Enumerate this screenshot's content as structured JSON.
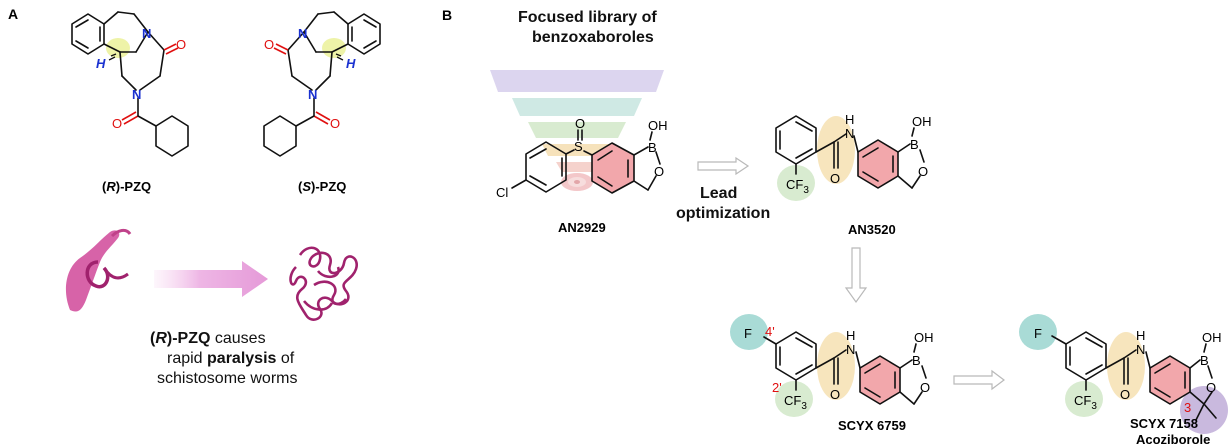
{
  "panel_a": {
    "letter": "A",
    "r_label": {
      "open": "(",
      "stereo": "R",
      "close": ")-PZQ"
    },
    "s_label": {
      "open": "(",
      "stereo": "S",
      "close": ")-PZQ"
    },
    "h_atom": "H",
    "n_atom": "N",
    "o_atom": "O",
    "caption": {
      "part1_bold_open": "(",
      "part1_stereo": "R",
      "part1_bold_close": ")-PZQ",
      "part1_rest": " causes",
      "line2_pre": "rapid ",
      "line2_bold": "paralysis",
      "line2_post": " of",
      "line3": "schistosome worms"
    }
  },
  "panel_b": {
    "letter": "B",
    "title_line1": "Focused library of",
    "title_line2": "benzoxaboroles",
    "lead_line1": "Lead",
    "lead_line2": "optimization",
    "atoms": {
      "s": "S",
      "o": "O",
      "oh": "OH",
      "b": "B",
      "cl": "Cl",
      "n": "N",
      "h": "H",
      "f": "F",
      "cf3": "CF",
      "three": "3"
    },
    "pos_labels": {
      "p4": "4'",
      "p2": "2'",
      "p3": "3"
    },
    "compounds": {
      "an2929": "AN2929",
      "an3520": "AN3520",
      "scyx6759": "SCYX 6759",
      "scyx7158": "SCYX 7158",
      "acoziborole": "Acoziborole"
    }
  },
  "colors": {
    "nitrogen": "#1a31d0",
    "oxygen": "#e01010",
    "stereocenter_highlight": "#eef3a8",
    "benzoxaborole_highlight": "#f2a7ab",
    "amide_highlight": "#f7e5bd",
    "cf3_highlight": "#d8e9cc",
    "fluoro_highlight": "#a9dbd6",
    "gem_dimethyl_highlight": "#c9b9de",
    "worm": "#c0428a",
    "arrow": "#e9a6dd"
  }
}
